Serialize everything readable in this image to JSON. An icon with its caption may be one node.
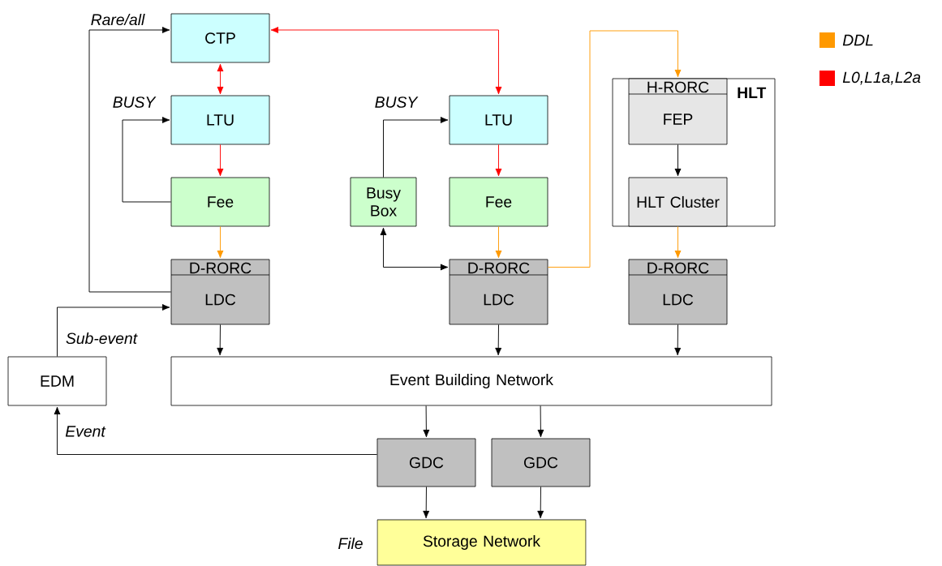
{
  "diagram": {
    "nodes": [
      {
        "text": [
          "CTP"
        ]
      },
      {
        "text": [
          "LTU"
        ]
      },
      {
        "text": [
          "Fee"
        ]
      },
      {
        "text": [
          "D-RORC",
          "LDC"
        ]
      },
      {
        "text": [
          "LTU"
        ]
      },
      {
        "text": [
          "Busy Box"
        ]
      },
      {
        "text": [
          "Fee"
        ]
      },
      {
        "text": [
          "D-RORC",
          "LDC"
        ]
      },
      {
        "text": [
          "HLT"
        ]
      },
      {
        "text": [
          "H-RORC",
          "FEP"
        ],
        "in": 8
      },
      {
        "text": [
          "HLT Cluster"
        ],
        "in": 8
      },
      {
        "text": [
          "D-RORC",
          "LDC"
        ]
      },
      {
        "text": [
          "EDM"
        ]
      },
      {
        "text": [
          "Event Building Network"
        ]
      },
      {
        "text": [
          "GDC"
        ]
      },
      {
        "text": [
          "GDC"
        ]
      },
      {
        "text": [
          "Storage Network"
        ],
        "beside": [
          "File"
        ]
      }
    ],
    "edges": [
      {
        "from": 0,
        "to": 1,
        "arrow": "both",
        "color": "#ff0000"
      },
      {
        "from": 0,
        "to": 4,
        "arrow": "both",
        "color": "#ff0000"
      },
      {
        "from": 1,
        "to": 2,
        "arrow": "to",
        "color": "#ff0000"
      },
      {
        "from": 2,
        "to": 1,
        "arrow": "to",
        "label": "BUSY"
      },
      {
        "from": 2,
        "to": 3,
        "arrow": "to",
        "color": "#ff9900"
      },
      {
        "from": 3,
        "to": 0,
        "arrow": "to",
        "label": "Rare/all"
      },
      {
        "from": 12,
        "to": 3,
        "arrow": "to",
        "label": "Sub-event"
      },
      {
        "from": 4,
        "to": 6,
        "arrow": "to",
        "color": "#ff0000"
      },
      {
        "from": 5,
        "to": 4,
        "arrow": "to",
        "label": "BUSY"
      },
      {
        "from": 5,
        "to": 7,
        "arrow": "both"
      },
      {
        "from": 6,
        "to": 7,
        "arrow": "to",
        "color": "#ff9900"
      },
      {
        "from": 7,
        "to": 9,
        "arrow": "to",
        "color": "#ff9900"
      },
      {
        "from": 9,
        "to": 10,
        "arrow": "to"
      },
      {
        "from": 10,
        "to": 11,
        "arrow": "to",
        "color": "#ff9900"
      },
      {
        "from": 3,
        "to": 13,
        "arrow": "to"
      },
      {
        "from": 7,
        "to": 13,
        "arrow": "to"
      },
      {
        "from": 11,
        "to": 13,
        "arrow": "to"
      },
      {
        "from": 13,
        "to": 14,
        "arrow": "to"
      },
      {
        "from": 13,
        "to": 15,
        "arrow": "to"
      },
      {
        "from": 14,
        "to": 12,
        "arrow": "to",
        "label": "Event"
      },
      {
        "from": 14,
        "to": 16,
        "arrow": "to"
      },
      {
        "from": 15,
        "to": 16,
        "arrow": "to"
      }
    ],
    "legend": [
      {
        "text": "DDL",
        "color": "#ff9900"
      },
      {
        "text": "L0,L1a,L2a",
        "color": "#ff0000"
      }
    ]
  }
}
